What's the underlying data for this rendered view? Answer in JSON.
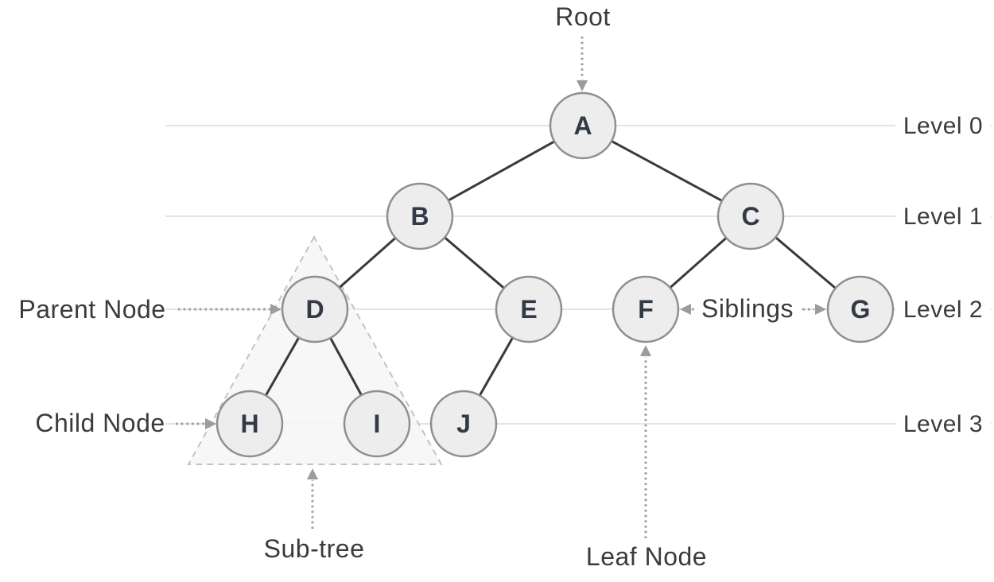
{
  "annotations": {
    "root": "Root",
    "parent_node": "Parent Node",
    "child_node": "Child Node",
    "siblings": "Siblings",
    "subtree": "Sub-tree",
    "leaf_node": "Leaf Node"
  },
  "levels": [
    {
      "label": "Level 0"
    },
    {
      "label": "Level 1"
    },
    {
      "label": "Level 2"
    },
    {
      "label": "Level 3"
    }
  ],
  "tree": {
    "nodes": [
      {
        "label": "A",
        "level": 0
      },
      {
        "label": "B",
        "level": 1
      },
      {
        "label": "C",
        "level": 1
      },
      {
        "label": "D",
        "level": 2
      },
      {
        "label": "E",
        "level": 2
      },
      {
        "label": "F",
        "level": 2
      },
      {
        "label": "G",
        "level": 2
      },
      {
        "label": "H",
        "level": 3
      },
      {
        "label": "I",
        "level": 3
      },
      {
        "label": "J",
        "level": 3
      }
    ],
    "edges": [
      [
        "A",
        "B"
      ],
      [
        "A",
        "C"
      ],
      [
        "B",
        "D"
      ],
      [
        "B",
        "E"
      ],
      [
        "C",
        "F"
      ],
      [
        "C",
        "G"
      ],
      [
        "D",
        "H"
      ],
      [
        "D",
        "I"
      ],
      [
        "E",
        "J"
      ]
    ],
    "subtree_nodes": [
      "D",
      "H",
      "I"
    ],
    "root_node": "A",
    "leaf_node_pointed": "F",
    "sibling_pair": [
      "F",
      "G"
    ]
  },
  "colors": {
    "background": "#ffffff",
    "node_fill": "#ededed",
    "node_border": "#8f8f8f",
    "node_text": "#333945",
    "edge": "#3a3a3a",
    "level_line": "#dadada",
    "pointer": "#9c9c9c",
    "subtree_border": "#c3c3c3",
    "subtree_fill": "#f6f6f6",
    "label_text": "#3b3b3b"
  }
}
